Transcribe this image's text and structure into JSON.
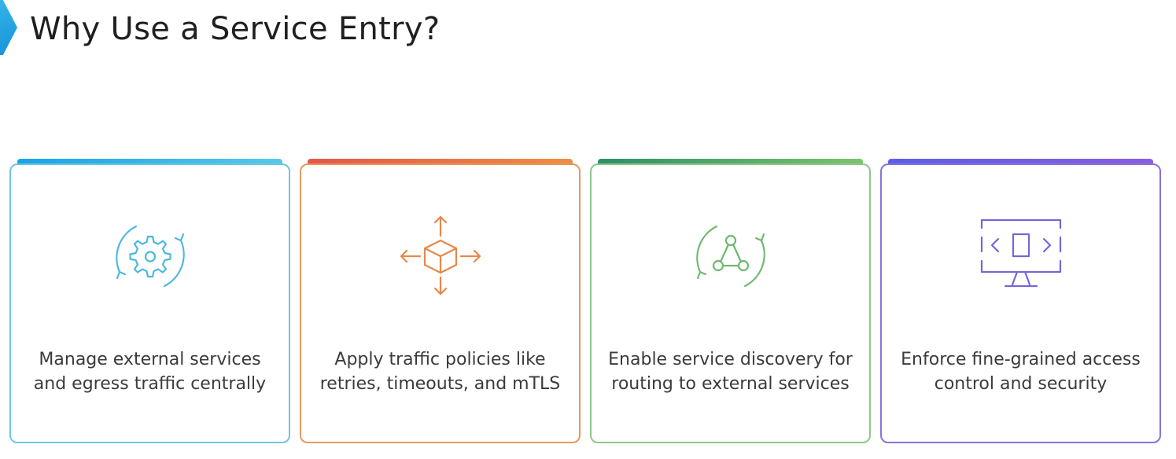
{
  "title": "Why Use a Service Entry?",
  "cards": [
    {
      "lines": [
        "Manage external services",
        "and egress traffic centrally"
      ],
      "icon": "gear-cycle-icon",
      "color": "#4cb8e0"
    },
    {
      "lines": [
        "Apply traffic policies like",
        "retries, timeouts, and mTLS"
      ],
      "icon": "box-arrows-icon",
      "color": "#e8874a"
    },
    {
      "lines": [
        "Enable service discovery for",
        "routing to external services"
      ],
      "icon": "network-cycle-icon",
      "color": "#6fb86f"
    },
    {
      "lines": [
        "Enforce fine-grained access",
        "control and security"
      ],
      "icon": "monitor-code-icon",
      "color": "#7a64d6"
    }
  ]
}
